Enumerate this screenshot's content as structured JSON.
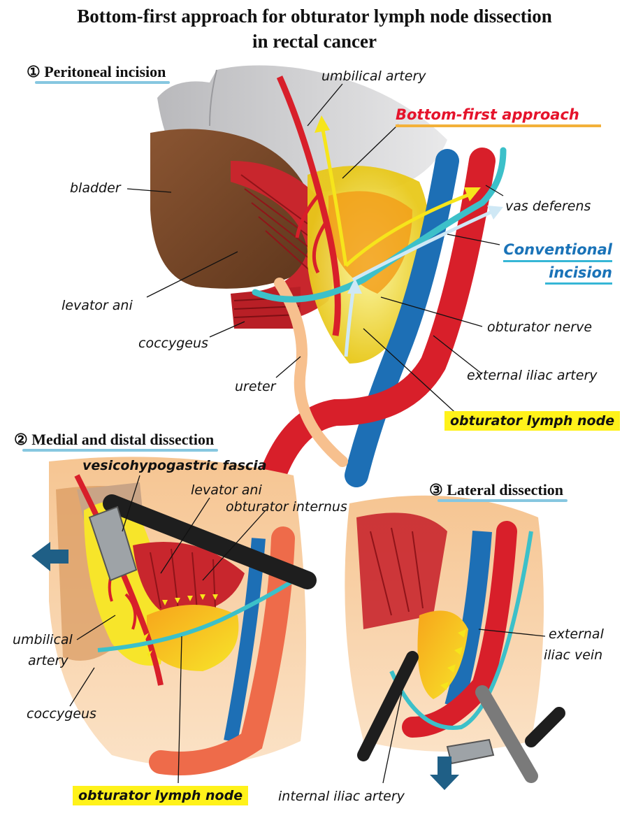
{
  "title": {
    "line1": "Bottom-first approach for obturator lymph node dissection",
    "line2": "in rectal cancer"
  },
  "sections": {
    "s1": "① Peritoneal incision",
    "s2": "② Medial and distal dissection",
    "s3": "③ Lateral dissection"
  },
  "panel1": {
    "umbilical_artery": "umbilical artery",
    "bottom_first": "Bottom-first approach",
    "bladder": "bladder",
    "vas_deferens": "vas deferens",
    "conventional_1": "Conventional",
    "conventional_2": "incision",
    "levator_ani": "levator ani",
    "obturator_nerve": "obturator nerve",
    "coccygeus": "coccygeus",
    "external_iliac_artery": "external iliac artery",
    "ureter": "ureter",
    "obturator_lymph_node": "obturator lymph node"
  },
  "panel2": {
    "vesicohypogastric_fascia": "vesicohypogastric fascia",
    "levator_ani": "levator ani",
    "obturator_internus": "obturator internus",
    "umbilical_artery_1": "umbilical",
    "umbilical_artery_2": "artery",
    "coccygeus": "coccygeus",
    "obturator_lymph_node": "obturator lymph node"
  },
  "panel3": {
    "external_iliac_vein_1": "external",
    "external_iliac_vein_2": "iliac vein",
    "internal_iliac_artery": "internal iliac artery"
  },
  "colors": {
    "artery": "#d81f2a",
    "vein": "#1d6fb5",
    "vas_deferens": "#3cc0c9",
    "lymph_node": "#f7e52a",
    "bottom_first_arrow": "#f6e51b",
    "conventional_arrow": "#cfe8f5",
    "highlight": "#fff21a"
  }
}
